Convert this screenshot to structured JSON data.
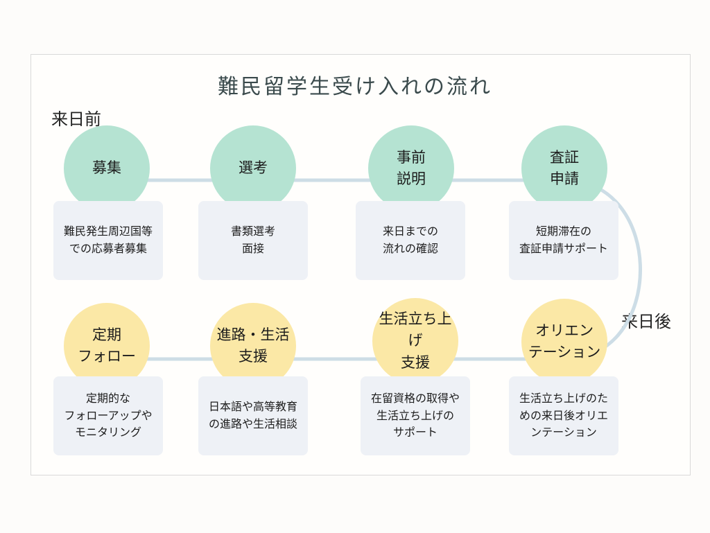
{
  "title": "難民留学生受け入れの流れ",
  "phases": {
    "before": "来日前",
    "after": "来日後"
  },
  "colors": {
    "before_circle": "#b5e3d2",
    "after_circle": "#fbe8a6",
    "card_bg": "#eef1f6",
    "connector": "#cddde6"
  },
  "steps_before": [
    {
      "label": "募集",
      "detail": "難民発生周辺国等\nでの応募者募集"
    },
    {
      "label": "選考",
      "detail": "書類選考\n面接"
    },
    {
      "label": "事前\n説明",
      "detail": "来日までの\n流れの確認"
    },
    {
      "label": "査証\n申請",
      "detail": "短期滞在の\n査証申請サポート"
    }
  ],
  "steps_after": [
    {
      "label": "定期\nフォロー",
      "detail": "定期的な\nフォローアップや\nモニタリング"
    },
    {
      "label": "進路・生活\n支援",
      "detail": "日本語や高等教育\nの進路や生活相談"
    },
    {
      "label": "生活立ち上げ\n支援",
      "detail": "在留資格の取得や\n生活立ち上げの\nサポート"
    },
    {
      "label": "オリエン\nテーション",
      "detail": "生活立ち上げのた\nめの来日後オリエ\nンテーション"
    }
  ]
}
